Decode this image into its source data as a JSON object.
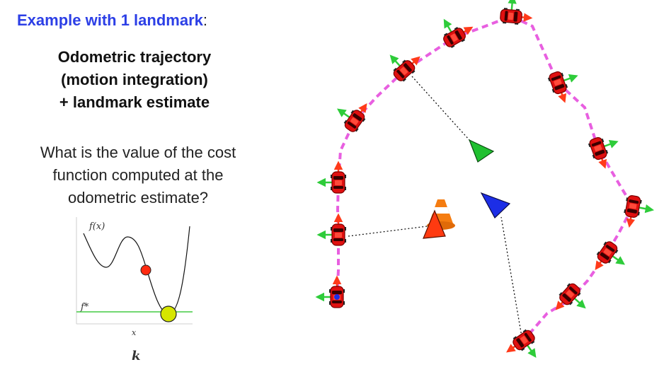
{
  "slide": {
    "title_accent": "Example with 1 landmark",
    "title_suffix": ":",
    "heading_lines": [
      "Odometric trajectory",
      "(motion integration)",
      "+ landmark estimate"
    ],
    "question_lines": [
      "What is the value of the cost",
      "function computed at the",
      "odometric estimate?"
    ]
  },
  "plot": {
    "fx_label": "f(x)",
    "fstar_label": "f*",
    "x_label": "x",
    "k_label": "k"
  },
  "colors": {
    "accent": "#2c3fe6",
    "trajectory": "#e85fe0",
    "car": "#e01010",
    "arrow_red": "#ff3a1a",
    "arrow_green": "#2ecc3a",
    "landmark_green": "#20c030",
    "landmark_blue": "#1c2ee6",
    "landmark_red": "#ff3a10",
    "minimum_line": "#44cc44",
    "minimum_dot": "#d6e600",
    "current_dot": "#ff2a10"
  },
  "icons": [
    "car-icon",
    "traffic-cone-icon",
    "landmark-triangle-icon"
  ]
}
